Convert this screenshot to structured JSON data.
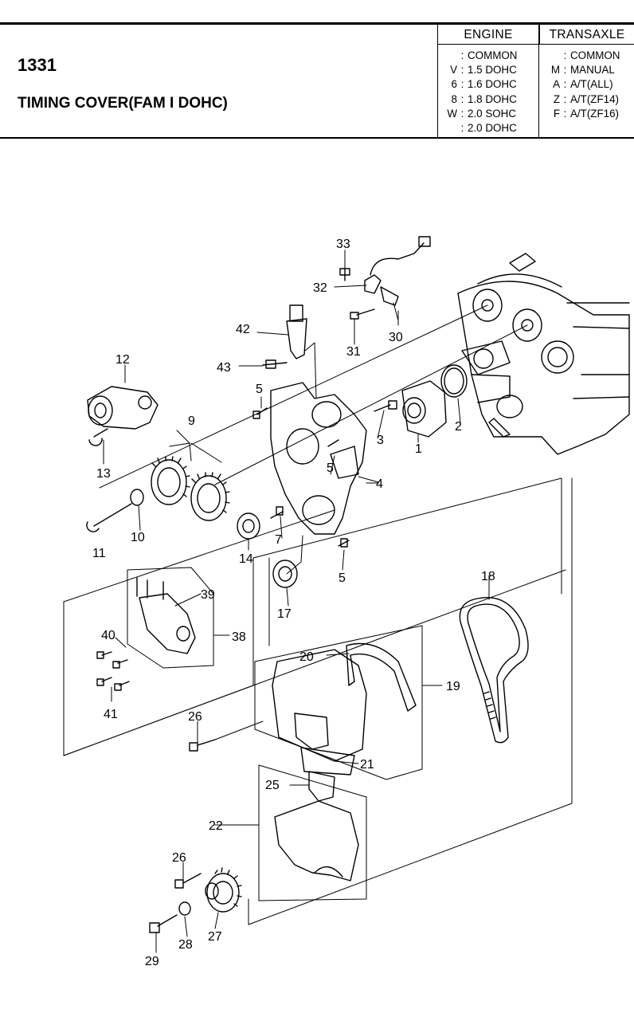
{
  "header": {
    "code": "1331",
    "title": "TIMING COVER(FAM I DOHC)"
  },
  "engine_legend": {
    "heading": "ENGINE",
    "rows": [
      {
        "key": "",
        "label": "COMMON"
      },
      {
        "key": "V",
        "label": "1.5 DOHC"
      },
      {
        "key": "6",
        "label": "1.6 DOHC"
      },
      {
        "key": "8",
        "label": "1.8 DOHC"
      },
      {
        "key": "W",
        "label": "2.0 SOHC"
      },
      {
        "key": "",
        "label": "2.0 DOHC"
      }
    ]
  },
  "transaxle_legend": {
    "heading": "TRANSAXLE",
    "rows": [
      {
        "key": "",
        "label": "COMMON"
      },
      {
        "key": "M",
        "label": "MANUAL"
      },
      {
        "key": "A",
        "label": "A/T(ALL)"
      },
      {
        "key": "Z",
        "label": "A/T(ZF14)"
      },
      {
        "key": "F",
        "label": "A/T(ZF16)"
      }
    ]
  },
  "part_labels": {
    "p1": "1",
    "p2": "2",
    "p3": "3",
    "p4": "4",
    "p5a": "5",
    "p5b": "5",
    "p5c": "5",
    "p7": "7",
    "p9": "9",
    "p10": "10",
    "p11": "11",
    "p12": "12",
    "p13": "13",
    "p14": "14",
    "p17": "17",
    "p18": "18",
    "p19": "19",
    "p20": "20",
    "p21": "21",
    "p22": "22",
    "p25": "25",
    "p26a": "26",
    "p26b": "26",
    "p27": "27",
    "p28": "28",
    "p29": "29",
    "p30": "30",
    "p31": "31",
    "p32": "32",
    "p33": "33",
    "p38": "38",
    "p39": "39",
    "p40": "40",
    "p41": "41",
    "p42": "42",
    "p43": "43"
  }
}
